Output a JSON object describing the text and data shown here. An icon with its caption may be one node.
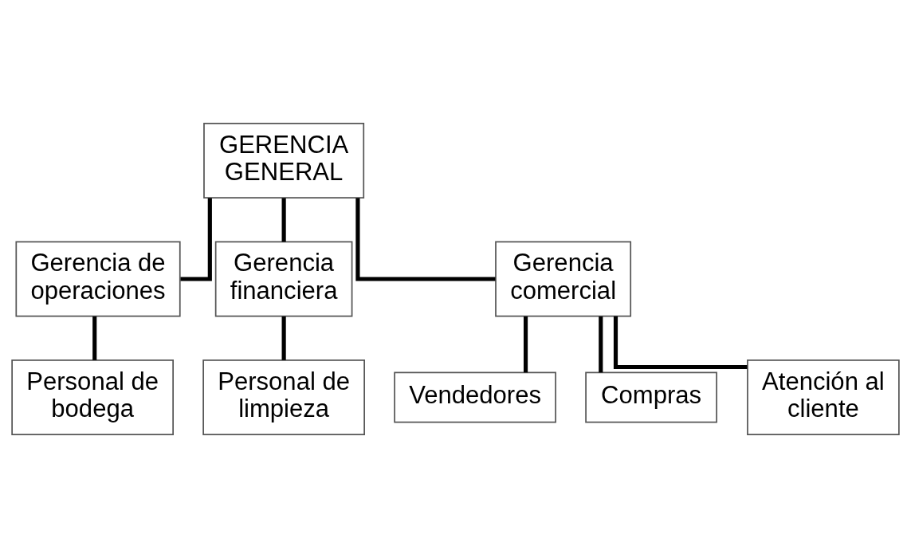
{
  "diagram": {
    "nodes": [
      {
        "text": [
          "GERENCIA GENERAL"
        ]
      },
      {
        "text": [
          "Gerencia de operaciones"
        ]
      },
      {
        "text": [
          "Gerencia financiera"
        ]
      },
      {
        "text": [
          "Gerencia comercial"
        ]
      },
      {
        "text": [
          "Personal de bodega"
        ]
      },
      {
        "text": [
          "Personal de limpieza"
        ]
      },
      {
        "text": [
          "Vendedores"
        ]
      },
      {
        "text": [
          "Compras"
        ]
      },
      {
        "text": [
          "Atención al cliente"
        ]
      }
    ],
    "edges": [
      {
        "from": 0,
        "to": 1,
        "arrow": "none"
      },
      {
        "from": 0,
        "to": 2,
        "arrow": "none"
      },
      {
        "from": 0,
        "to": 3,
        "arrow": "none"
      },
      {
        "from": 1,
        "to": 4,
        "arrow": "none"
      },
      {
        "from": 2,
        "to": 5,
        "arrow": "none"
      },
      {
        "from": 3,
        "to": 6,
        "arrow": "none"
      },
      {
        "from": 3,
        "to": 7,
        "arrow": "none"
      },
      {
        "from": 3,
        "to": 8,
        "arrow": "none"
      }
    ]
  }
}
